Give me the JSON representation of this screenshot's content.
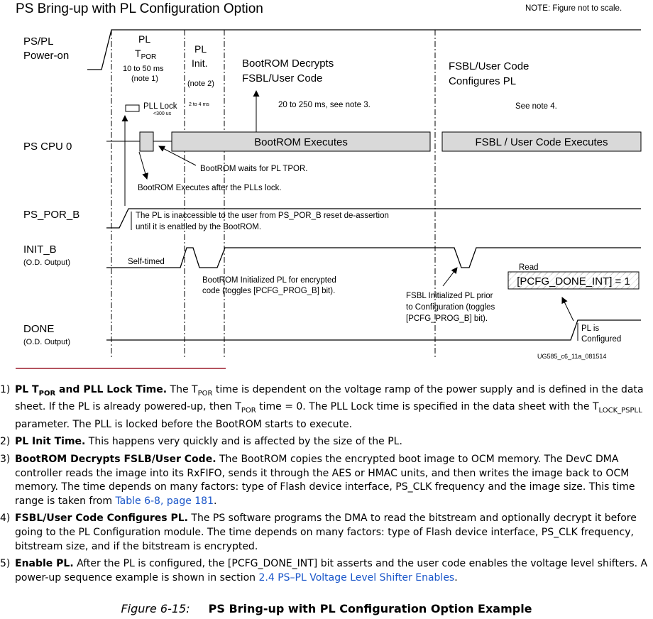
{
  "diagram": {
    "title": "PS Bring-up with PL Configuration Option",
    "note_scale": "NOTE: Figure not to scale.",
    "pl_tpor_line1": "PL",
    "pl_tpor_line2_main": "T",
    "pl_tpor_line2_sub": "POR",
    "pl_tpor_time": "10 to 50 ms",
    "pl_tpor_note": "(note 1)",
    "pl_init_line1": "PL",
    "pl_init_line2": "Init.",
    "pl_init_note": "(note 2)",
    "pl_init_time": "2 to 4 ms",
    "pll_lock": "PLL Lock",
    "pll_lock_time": "<300 us",
    "bootrom_decrypts_line1": "BootROM Decrypts",
    "bootrom_decrypts_line2": "FSBL/User Code",
    "bootrom_time": "20 to 250 ms, see note 3.",
    "fsbl_configures_line1": "FSBL/User Code",
    "fsbl_configures_line2": "Configures PL",
    "see_note4": "See note 4.",
    "bootrom_executes": "BootROM Executes",
    "fsbl_executes": "FSBL / User Code Executes",
    "bootrom_waits": "BootROM waits for PL TPOR.",
    "bootrom_after_plls": "BootROM Executes after the PLLs lock.",
    "pl_inaccessible_line1": "The PL is inaccessible to the user from PS_POR_B reset de-assertion",
    "pl_inaccessible_line2": "until it is enabled by the BootROM.",
    "self_timed": "Self-timed",
    "bootrom_init_line1": "BootROM Initialized PL for encrypted",
    "bootrom_init_line2": "code (toggles [PCFG_PROG_B] bit).",
    "fsbl_init_line1": "FSBL Initialized PL prior",
    "fsbl_init_line2": "to Configuration (toggles",
    "fsbl_init_line3": "[PCFG_PROG_B] bit).",
    "read": "Read",
    "pcfg_done": "[PCFG_DONE_INT] = 1",
    "pl_is_line1": "PL is",
    "pl_is_line2": "Configured",
    "figure_id": "UG585_c6_11a_081514",
    "signals": {
      "ps_pl_line1": "PS/PL",
      "ps_pl_line2": "Power-on",
      "ps_cpu0": "PS CPU 0",
      "ps_por_b": "PS_POR_B",
      "init_b": "INIT_B",
      "init_b_sub": "(O.D. Output)",
      "done": "DONE",
      "done_sub": "(O.D. Output)"
    }
  },
  "notes": [
    {
      "num": "1)",
      "title_a": "PL T",
      "title_sub": "POR",
      "title_b": " and PLL Lock Time.",
      "t1": " The T",
      "s1": "POR",
      "t2": " time is dependent on the voltage ramp of the power supply and is defined in the data sheet. If the PL is already powered-up, then T",
      "s2": "POR",
      "t3": " time = 0. The PLL Lock time is specified in the data sheet with the T",
      "s3": "LOCK_PSPLL",
      "t4": " parameter. The PLL is locked before the BootROM starts to execute."
    },
    {
      "num": "2)",
      "title": "PL Init Time.",
      "text": " This happens very quickly and is affected by the size of the PL."
    },
    {
      "num": "3)",
      "title": "BootROM Decrypts FSLB/User Code.",
      "text": " The BootROM copies the encrypted boot image to OCM memory. The DevC DMA controller reads the image into its RxFIFO, sends it through the AES or HMAC units, and then writes the image back to OCM memory. The time depends on many factors: type of Flash device interface, PS_CLK frequency and the image size. This time range is taken from ",
      "link": "Table 6-8, page 181",
      "tail": "."
    },
    {
      "num": "4)",
      "title": "FSBL/User Code Configures PL.",
      "text": " The PS software programs the DMA to read the bitstream and optionally decrypt it before going to the PL Configuration module. The time depends on many factors: type of Flash device interface, PS_CLK frequency, bitstream size, and if the bitstream is encrypted."
    },
    {
      "num": "5)",
      "title": "Enable PL.",
      "text": " After the PL is configured, the [PCFG_DONE_INT] bit asserts and the user code enables the voltage level shifters. A power-up sequence example is shown in section ",
      "link": "2.4  PS–PL Voltage Level Shifter Enables",
      "tail": "."
    }
  ],
  "caption": {
    "label": "Figure 6-15:",
    "title": "PS Bring-up with PL Configuration Option Example"
  },
  "colors": {
    "box_fill": "#d9d9d9",
    "accent_rule": "#9b1c2c",
    "link": "#1a56c9"
  }
}
